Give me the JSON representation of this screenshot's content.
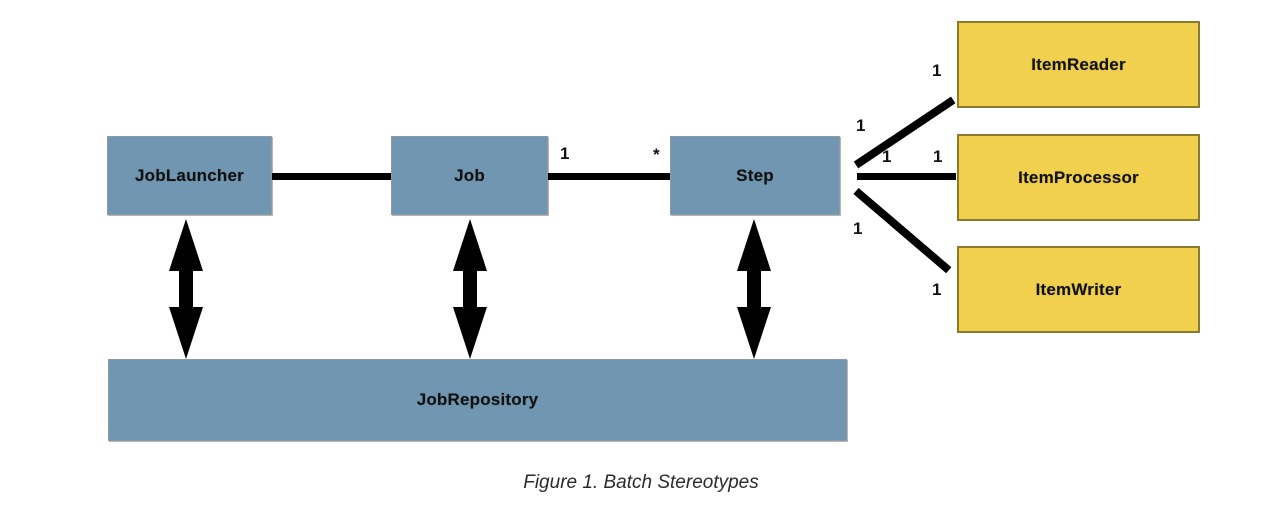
{
  "figure": {
    "caption": "Figure 1. Batch Stereotypes",
    "colors": {
      "blue_fill": "#7096b1",
      "blue_border": "#8c9aa5",
      "yellow_fill": "#f0d04d",
      "yellow_border": "#8a7a2e",
      "connector": "#000000",
      "background": "#ffffff"
    }
  },
  "nodes": {
    "job_launcher": {
      "label": "JobLauncher"
    },
    "job": {
      "label": "Job"
    },
    "step": {
      "label": "Step"
    },
    "job_repository": {
      "label": "JobRepository"
    },
    "item_reader": {
      "label": "ItemReader"
    },
    "item_processor": {
      "label": "ItemProcessor"
    },
    "item_writer": {
      "label": "ItemWriter"
    }
  },
  "multiplicities": {
    "job_to_step_job_side": "1",
    "job_to_step_step_side": "*",
    "step_reader_near": "1",
    "step_reader_far": "1",
    "step_processor_near": "1",
    "step_processor_far": "1",
    "step_writer_near": "1",
    "step_writer_far": "1"
  }
}
